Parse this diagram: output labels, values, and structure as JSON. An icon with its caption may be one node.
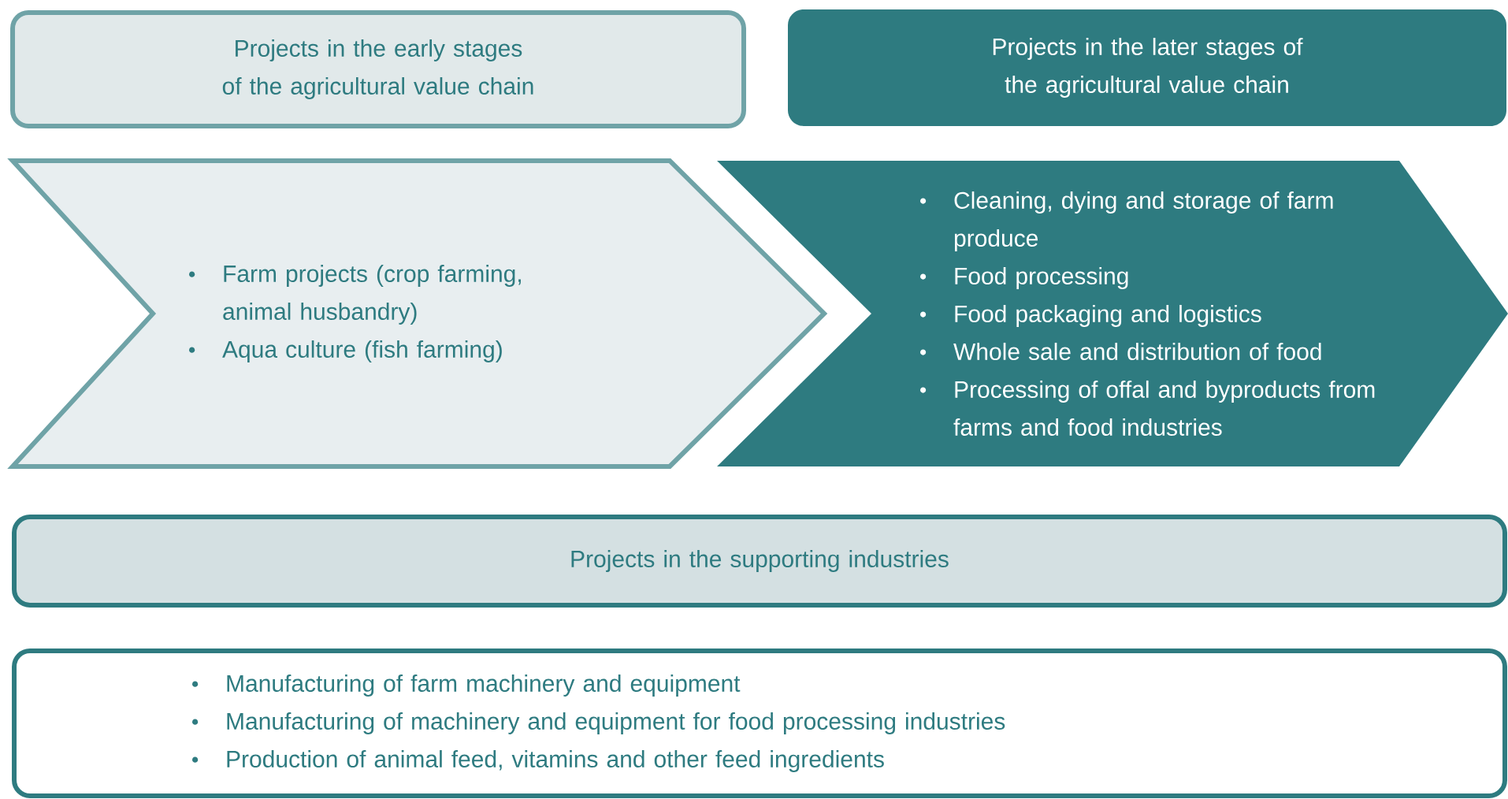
{
  "diagram": {
    "nodes": [
      {
        "text": [
          "Projects in the early stages of the agricultural value chain"
        ]
      },
      {
        "text": [
          "Projects in the later stages of the agricultural value chain"
        ]
      },
      {
        "text": [
          "Farm projects (crop farming, animal husbandry)",
          "Aqua culture (fish farming)"
        ]
      },
      {
        "text": [
          "Cleaning, dying and storage of farm produce",
          "Food processing",
          "Food packaging and logistics",
          "Whole sale and distribution of food",
          "Processing of offal and byproducts from farms and food industries"
        ]
      },
      {
        "text": [
          "Projects in the supporting industries"
        ]
      },
      {
        "text": [
          "Manufacturing of farm machinery and equipment",
          "Manufacturing of machinery and equipment for food processing industries",
          "Production of animal feed, vitamins and other feed ingredients"
        ]
      }
    ]
  }
}
